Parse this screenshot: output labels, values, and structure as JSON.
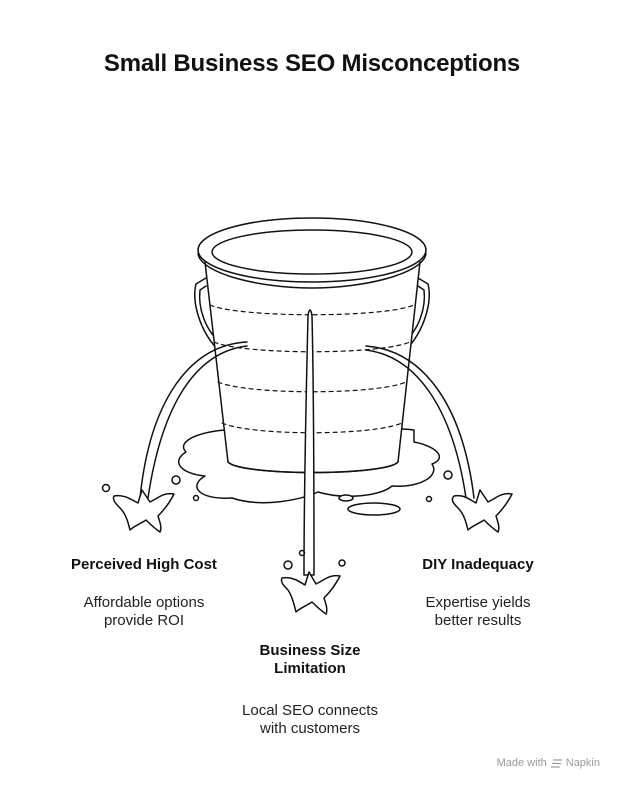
{
  "title": "Small Business SEO Misconceptions",
  "items": [
    {
      "label": "Perceived High Cost",
      "description": "Affordable options\nprovide ROI"
    },
    {
      "label": "Business Size\nLimitation",
      "description": "Local SEO connects\nwith customers"
    },
    {
      "label": "DIY Inadequacy",
      "description": "Expertise yields\nbetter results"
    }
  ],
  "footer": {
    "made_with": "Made with",
    "brand": "Napkin"
  }
}
